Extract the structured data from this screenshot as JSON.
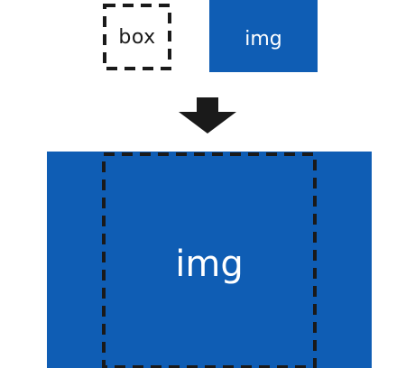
{
  "labels": {
    "box": "box",
    "img_small": "img",
    "img_large": "img"
  },
  "colors": {
    "image_fill": "#0f5db4",
    "dash_stroke": "#1a1a1a",
    "arrow_fill": "#1a1a1a"
  },
  "icons": {
    "arrow": "arrow-down-icon"
  }
}
